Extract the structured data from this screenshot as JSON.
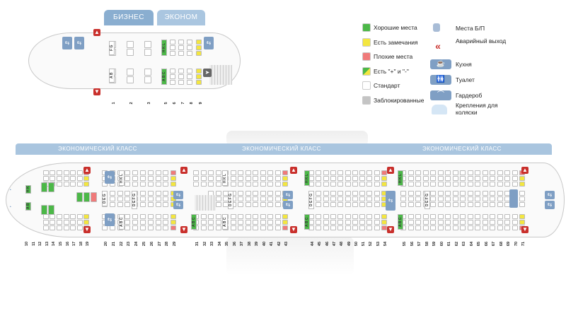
{
  "small_plane": {
    "tabs": [
      "БИЗНЕС",
      "ЭКОНОМ"
    ],
    "rows": [
      "1",
      "2",
      "3",
      "5",
      "6",
      "7",
      "8",
      "9"
    ],
    "business_labels": {
      "upper": "F G",
      "lower": "A B"
    },
    "economy_labels": {
      "upper": "H K L",
      "lower": "A B C"
    }
  },
  "big_plane": {
    "section_titles": [
      "ЭКОНОМИЧЕСКИЙ КЛАСС",
      "ЭКОНОМИЧЕСКИЙ КЛАСС",
      "ЭКОНОМИЧЕСКИЙ КЛАСС"
    ],
    "block_labels": {
      "upper": "H K L",
      "middle": "D E F G",
      "middle_front": "D E G",
      "lower": "A B C",
      "nose_upper": "H K",
      "nose_lower": "A B"
    },
    "sections": [
      {
        "rows": [
          "10",
          "11",
          "12",
          "13",
          "14",
          "15",
          "16",
          "17",
          "18",
          "19"
        ]
      },
      {
        "rows": [
          "20",
          "21",
          "22",
          "23",
          "24",
          "25",
          "26",
          "27",
          "28",
          "29"
        ]
      },
      {
        "rows": [
          "31",
          "32",
          "33",
          "34",
          "35",
          "36",
          "37",
          "38",
          "39",
          "40",
          "41",
          "42",
          "43"
        ]
      },
      {
        "rows": [
          "44",
          "45",
          "46",
          "47",
          "48",
          "49",
          "50",
          "51",
          "52",
          "53",
          "54"
        ]
      },
      {
        "rows": [
          "55",
          "56",
          "57",
          "58",
          "59",
          "60",
          "61",
          "62",
          "63",
          "64",
          "65",
          "66",
          "67",
          "68",
          "69",
          "70",
          "71"
        ]
      }
    ]
  },
  "legend": {
    "items": [
      {
        "label": "Хорошие места",
        "icon": "good-seat-swatch",
        "color": "#4cb848"
      },
      {
        "label": "Есть замечания",
        "icon": "remarks-seat-swatch",
        "color": "#f3e640"
      },
      {
        "label": "Плохие места",
        "icon": "bad-seat-swatch",
        "color": "#f07a7a"
      },
      {
        "label": "Есть \"+\" и \"-\"",
        "icon": "mixed-seat-swatch",
        "color": "#4cb848"
      },
      {
        "label": "Стандарт",
        "icon": "standard-seat-swatch",
        "color": "#ffffff"
      },
      {
        "label": "Заблокированные",
        "icon": "blocked-seat-swatch",
        "color": "#c4c4c4"
      }
    ],
    "icons": [
      {
        "label": "Места Б/П",
        "icon": "bp-seat-icon"
      },
      {
        "label": "Аварийный выход",
        "icon": "emergency-exit-icon"
      },
      {
        "label": "Кухня",
        "icon": "galley-icon"
      },
      {
        "label": "Туалет",
        "icon": "toilet-icon"
      },
      {
        "label": "Гардероб",
        "icon": "wardrobe-icon"
      },
      {
        "label": "Крепления для коляски",
        "icon": "bassinet-icon"
      }
    ]
  },
  "colors": {
    "good": "#4cb848",
    "remark": "#f3e640",
    "bad": "#f07a7a",
    "blue": "#7f9fc4",
    "exit": "#c9302c"
  }
}
